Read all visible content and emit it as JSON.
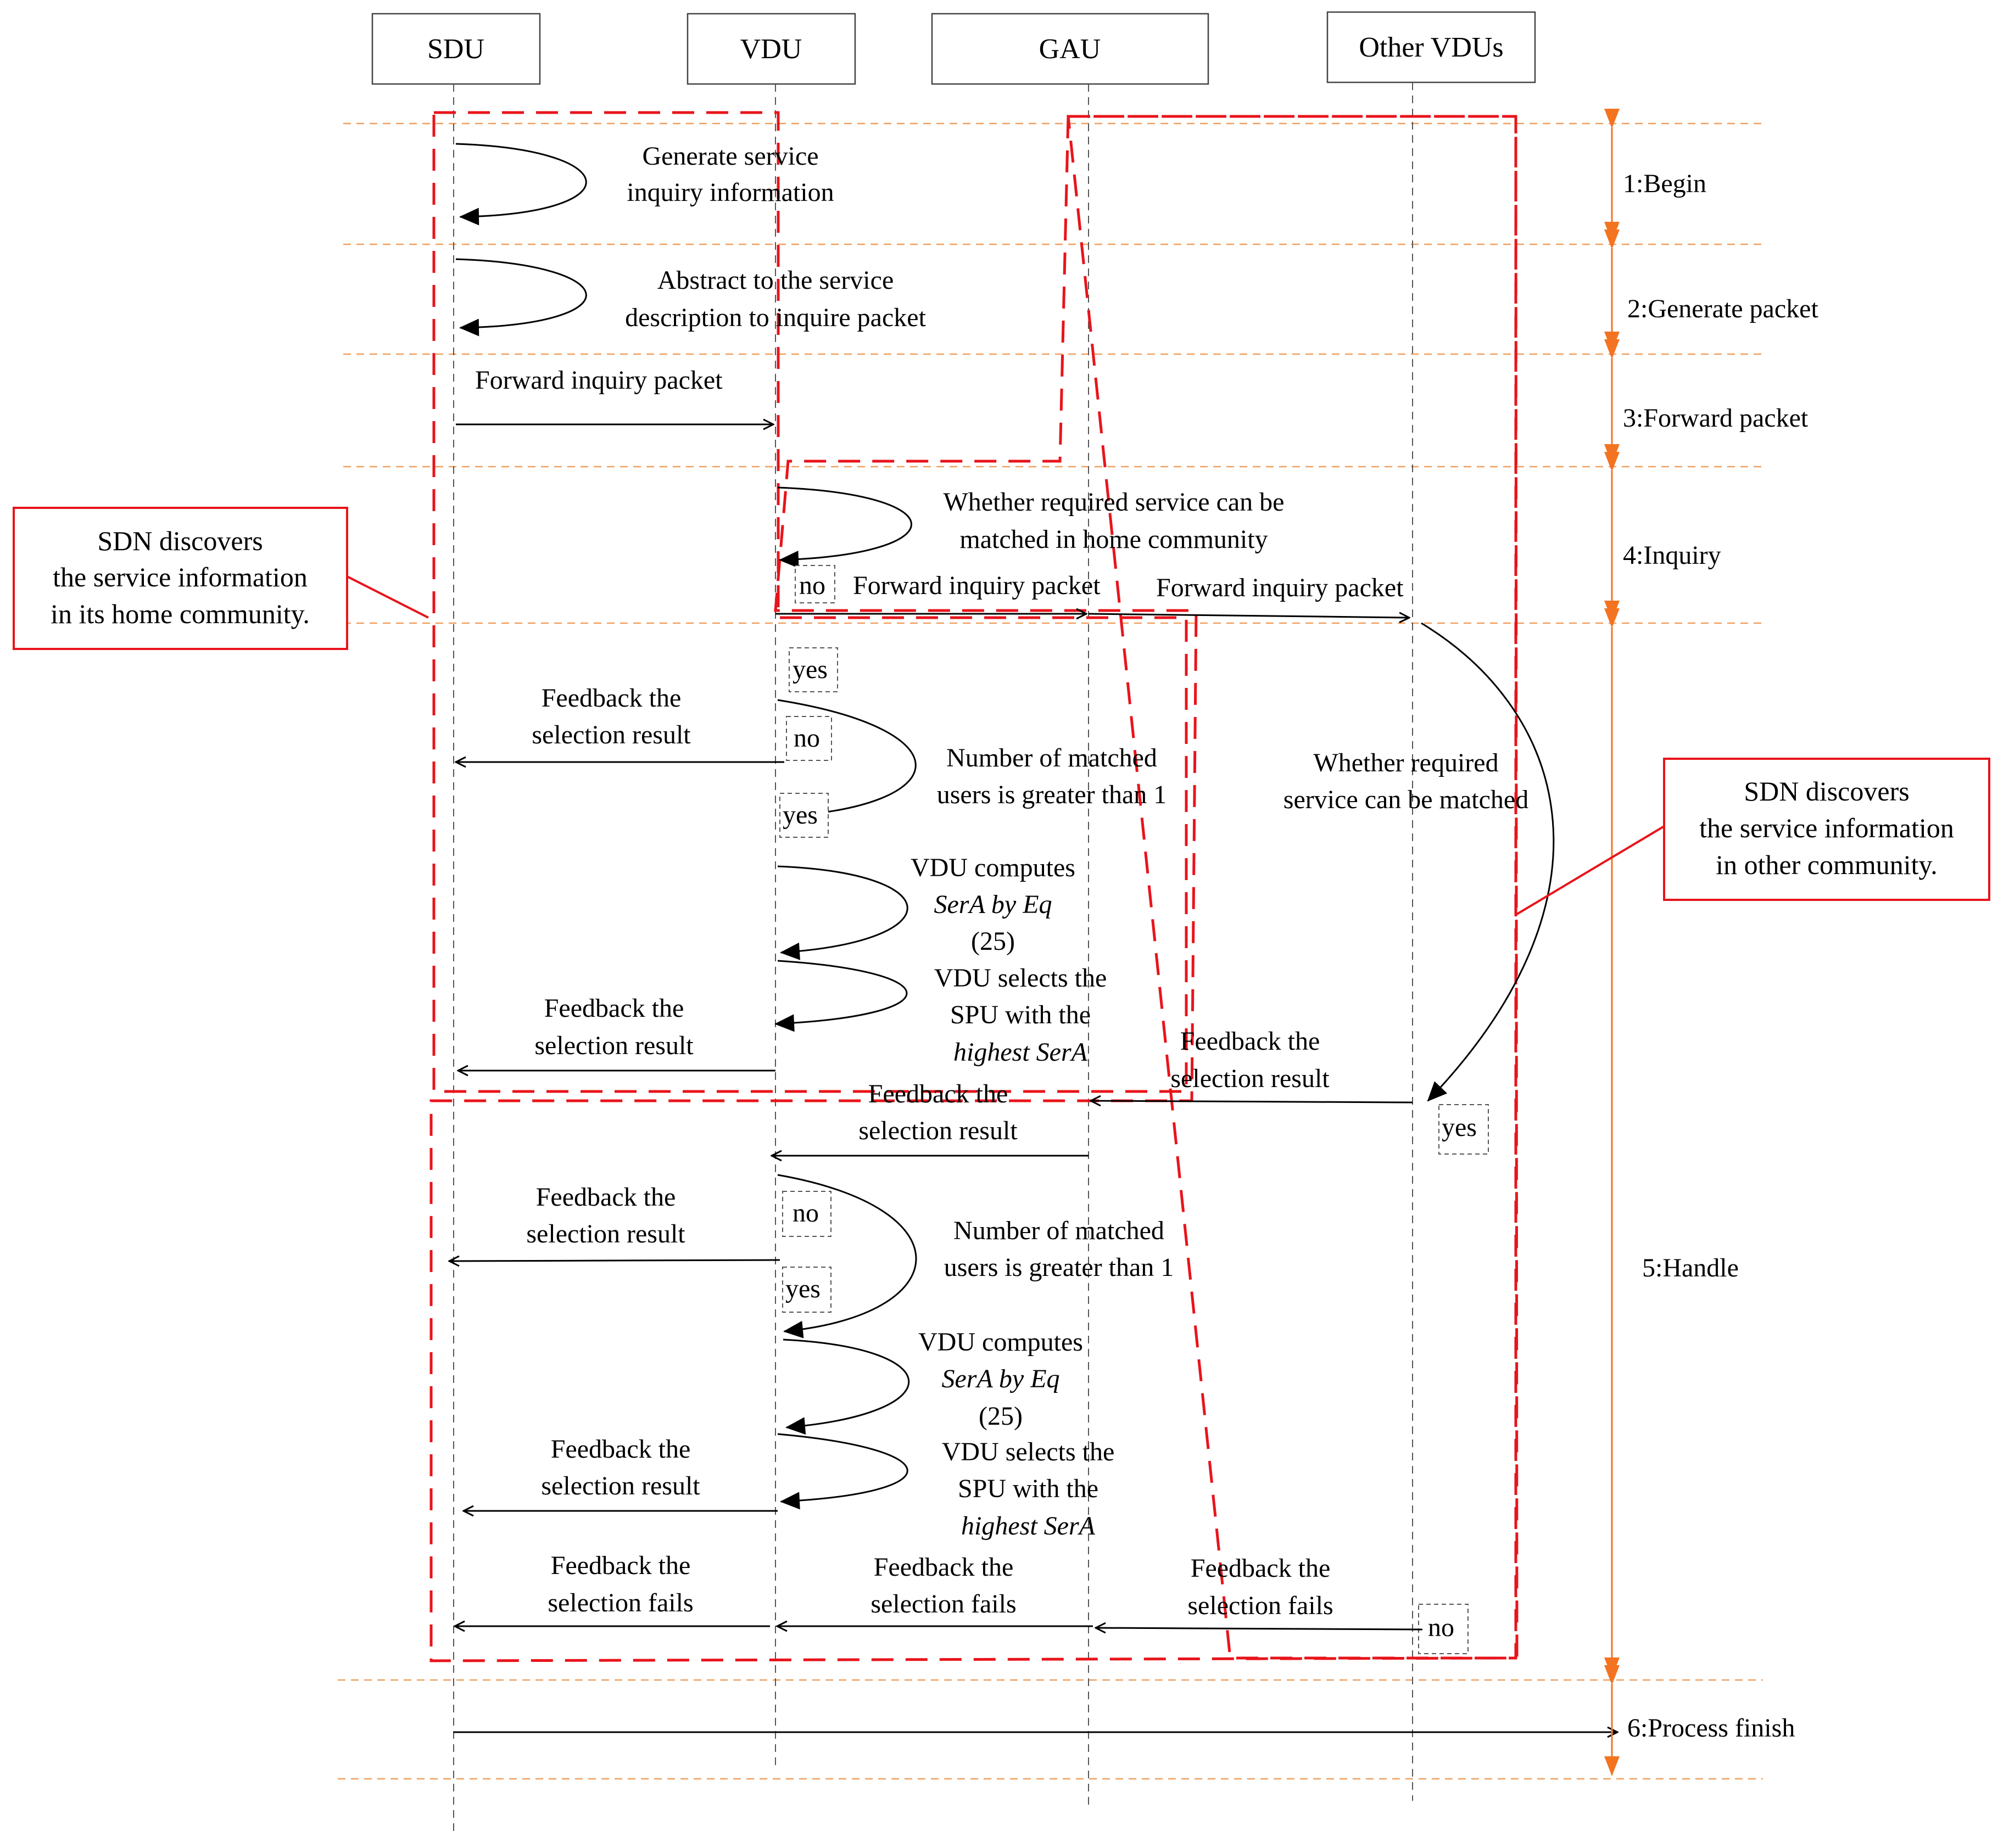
{
  "participants": [
    {
      "key": "sdu",
      "label": "SDU"
    },
    {
      "key": "vdu",
      "label": "VDU"
    },
    {
      "key": "gau",
      "label": "GAU"
    },
    {
      "key": "other",
      "label": "Other VDUs"
    }
  ],
  "stages": [
    {
      "key": "s1",
      "label": "1:Begin"
    },
    {
      "key": "s2",
      "label": "2:Generate packet"
    },
    {
      "key": "s3",
      "label": "3:Forward packet"
    },
    {
      "key": "s4",
      "label": "4:Inquiry"
    },
    {
      "key": "s5",
      "label": "5:Handle"
    },
    {
      "key": "s6",
      "label": "6:Process finish"
    }
  ],
  "annotations": {
    "home": [
      "SDN discovers",
      "the service information",
      "in its home community."
    ],
    "other": [
      "SDN discovers",
      "the service information",
      "in other community."
    ]
  },
  "labels": {
    "generate": [
      "Generate service",
      "inquiry information"
    ],
    "abstract": [
      "Abstract to the service",
      "description to inquire packet"
    ],
    "forward": "Forward inquiry packet",
    "whether_home": [
      "Whether required service can be",
      "matched in home community"
    ],
    "whether_other": [
      "Whether required",
      "service can be matched"
    ],
    "number_matched": [
      "Number of matched",
      "users is greater than 1"
    ],
    "vdu_computes": [
      "VDU computes",
      "SerA by Eq",
      "(25)"
    ],
    "vdu_selects": [
      "VDU selects the",
      "SPU with the",
      "highest SerA"
    ],
    "feedback_result": [
      "Feedback the",
      "selection result"
    ],
    "feedback_fails": [
      "Feedback the",
      "selection fails"
    ],
    "yes": "yes",
    "no": "no"
  },
  "colors": {
    "red_box": "#e8141b",
    "orange_arrow": "#f37321",
    "separator": "#f0a060"
  }
}
